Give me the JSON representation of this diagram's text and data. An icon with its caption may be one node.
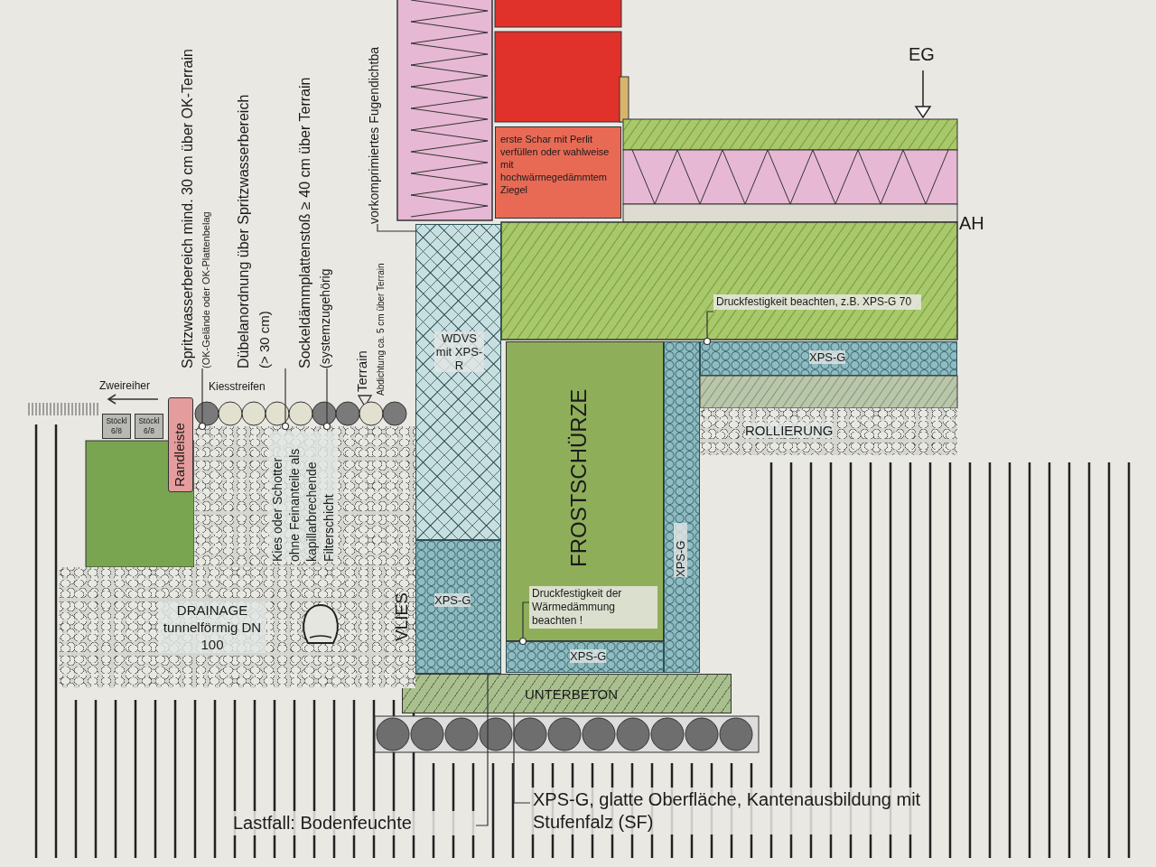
{
  "diagram": {
    "nodes": [
      {
        "text": [
          "Spritzwasserbereich mind. 30 cm über OK-Terrain",
          "(OK-Gelände oder OK-Plattenbelag"
        ]
      },
      {
        "text": [
          "Dübelanordnung über Spritzwasserbereich",
          "(> 30 cm)"
        ]
      },
      {
        "text": [
          "Sockeldämmplattenstoß ≥ 40 cm über Terrain",
          "(systemzugehörig"
        ]
      },
      {
        "text": [
          "vorkomprimiertes Fugendichtba"
        ]
      },
      {
        "text": [
          "erste Schar mit Perlit verfüllen oder wahlweise mit hochwärmegedämmtem Ziegel"
        ]
      },
      {
        "text": [
          "WDVS mit XPS-R"
        ]
      },
      {
        "text": [
          "FROSTSCHÜRZE"
        ]
      },
      {
        "text": [
          "XPS-G"
        ]
      },
      {
        "text": [
          "XPS-G"
        ]
      },
      {
        "text": [
          "XPS-G"
        ]
      },
      {
        "text": [
          "XPS-G"
        ]
      },
      {
        "text": [
          "Druckfestigkeit beachten, z.B. XPS-G 70"
        ]
      },
      {
        "text": [
          "Druckfestigkeit der Wärmedämmung beachten !"
        ],
        "in": 6
      },
      {
        "text": [
          "ROLLIERUNG"
        ]
      },
      {
        "text": [
          "UNTERBETON"
        ]
      },
      {
        "text": [
          "Randleiste"
        ]
      },
      {
        "text": [
          "Stöckl 6/8"
        ]
      },
      {
        "text": [
          "Stöckl 6/8"
        ]
      },
      {
        "text": [
          "Kies oder Schotter ohne Feinanteile als kapillarbrechende Filterschicht"
        ]
      },
      {
        "text": [
          "DRAINAGE tunnelförmig DN 100"
        ]
      },
      {
        "text": [
          "Lastfall: Bodenfeuchte"
        ]
      },
      {
        "text": [
          "XPS-G, glatte Oberfläche, Kantenausbildung mit Stufenfalz (SF)"
        ]
      }
    ],
    "edges": [
      {
        "from": 0,
        "to": 18,
        "arrow": "other"
      },
      {
        "from": 1,
        "to": 18,
        "arrow": "other"
      },
      {
        "from": 2,
        "to": 18,
        "arrow": "other"
      },
      {
        "from": 3,
        "to": 5,
        "arrow": "none"
      },
      {
        "from": 11,
        "to": 10,
        "arrow": "other"
      },
      {
        "from": 12,
        "to": 9,
        "arrow": "other"
      },
      {
        "from": 20,
        "to": 7,
        "arrow": "none"
      },
      {
        "from": 21,
        "to": 14,
        "arrow": "none"
      }
    ],
    "labels": [
      "EG",
      "AH",
      "Zweireiher",
      "Kiesstreifen",
      "Terrain",
      "Abdichtung ca. 5 cm über Terrain",
      "VLIES"
    ]
  }
}
